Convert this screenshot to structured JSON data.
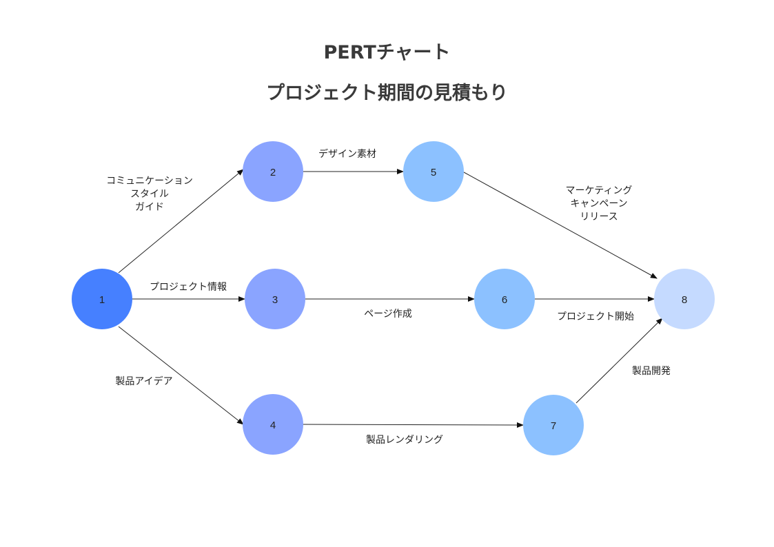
{
  "title": "PERTチャート",
  "subtitle": "プロジェクト期間の見積もり",
  "nodes": [
    {
      "id": "1",
      "color": "#4680FF"
    },
    {
      "id": "2",
      "color": "#8AA4FF"
    },
    {
      "id": "3",
      "color": "#8AA4FF"
    },
    {
      "id": "4",
      "color": "#8AA4FF"
    },
    {
      "id": "5",
      "color": "#8CC1FF"
    },
    {
      "id": "6",
      "color": "#8CC1FF"
    },
    {
      "id": "7",
      "color": "#8CC1FF"
    },
    {
      "id": "8",
      "color": "#C5DAFF"
    }
  ],
  "edges": [
    {
      "from": "1",
      "to": "2",
      "label": "コミュニケーション\nスタイル\nガイド"
    },
    {
      "from": "1",
      "to": "3",
      "label": "プロジェクト情報"
    },
    {
      "from": "1",
      "to": "4",
      "label": "製品アイデア"
    },
    {
      "from": "2",
      "to": "5",
      "label": "デザイン素材"
    },
    {
      "from": "3",
      "to": "6",
      "label": "ページ作成"
    },
    {
      "from": "4",
      "to": "7",
      "label": "製品レンダリング"
    },
    {
      "from": "5",
      "to": "8",
      "label": "マーケティング\nキャンペーン\nリリース"
    },
    {
      "from": "6",
      "to": "8",
      "label": "プロジェクト開始"
    },
    {
      "from": "7",
      "to": "8",
      "label": "製品開発"
    }
  ]
}
